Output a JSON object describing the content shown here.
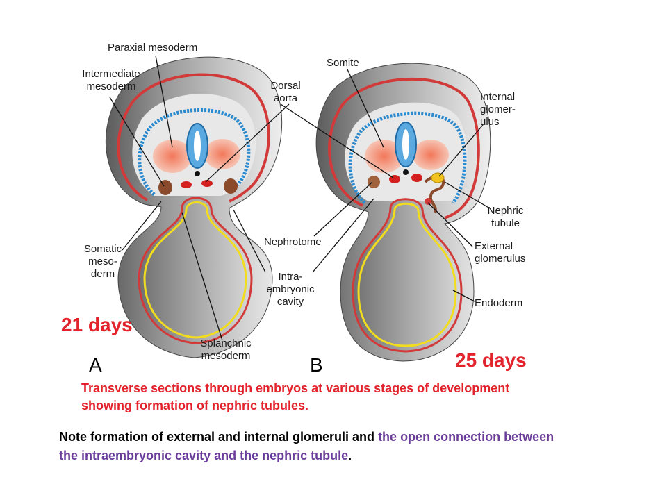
{
  "labels": {
    "paraxial_mesoderm": "Paraxial mesoderm",
    "intermediate_mesoderm": "Intermediate\nmesoderm",
    "dorsal_aorta": "Dorsal\naorta",
    "somite": "Somite",
    "internal_glomerulus": "Internal\nglomer-\nulus",
    "nephric_tubule": "Nephric\ntubule",
    "external_glomerulus": "External\nglomerulus",
    "endoderm": "Endoderm",
    "nephrotome": "Nephrotome",
    "intraembryonic_cavity": "Intra-\nembryonic\ncavity",
    "somatic_mesoderm": "Somatic\nmeso-\nderm",
    "splanchnic_mesoderm": "Splanchnic\nmesoderm"
  },
  "stages": {
    "a_days": "21 days",
    "b_days": "25 days"
  },
  "panels": {
    "a": "A",
    "b": "B"
  },
  "caption": "Transverse sections through embryos at various stages of development showing formation of nephric tubules.",
  "note": {
    "part1": "Note formation of external and internal glomeruli and ",
    "part2": "the open connection between the intraembryonic cavity and the nephric tubule",
    "part3": "."
  },
  "colors": {
    "days": "#e3232c",
    "caption": "#e3232c",
    "note_highlight": "#6a3d9a"
  }
}
